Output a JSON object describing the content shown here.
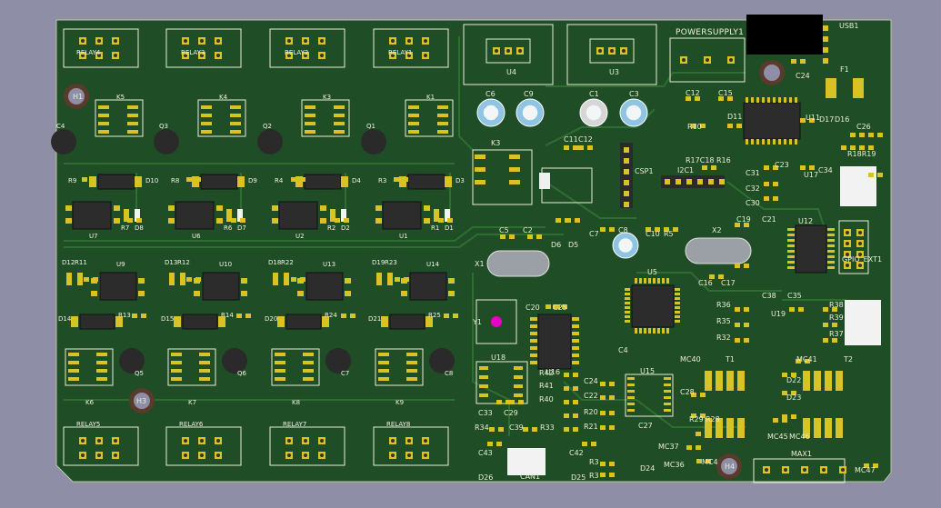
{
  "colors": {
    "background": "#8e8fa6",
    "board": "#1f4d25",
    "copper": "#2b6a2e",
    "silk": "#e9edd2",
    "pad": "#d9c224",
    "ic_body": "#2c2c2c",
    "cap_blue": "#8fc4e2",
    "cap_silver": "#d6d6d6",
    "marker": "#e600c8"
  },
  "board": {
    "power_label": "POWERSUPPLY1",
    "usb_label": "USB1"
  },
  "relays_top": [
    {
      "name": "RELAY4",
      "k": "K5",
      "q": "C4",
      "d": "D10",
      "r": "R9",
      "u": "U7",
      "r2": "R7",
      "d2": "D8"
    },
    {
      "name": "RELAY3",
      "k": "K4",
      "q": "Q3",
      "d": "D9",
      "r": "R8",
      "u": "U6",
      "r2": "R6",
      "d2": "D7"
    },
    {
      "name": "RELAY2",
      "k": "K3",
      "q": "Q2",
      "d": "D4",
      "r": "R4",
      "u": "U2",
      "r2": "R2",
      "d2": "D2"
    },
    {
      "name": "RELAY1",
      "k": "K1",
      "q": "Q1",
      "d": "D3",
      "r": "R3",
      "u": "U1",
      "r2": "R1",
      "d2": "D1"
    }
  ],
  "relays_bottom": [
    {
      "name": "RELAY5",
      "k": "K6",
      "q": "Q5",
      "d": "D14",
      "r": "R13",
      "u": "U9",
      "top_d": "D12",
      "top_r": "R11"
    },
    {
      "name": "RELAY6",
      "k": "K7",
      "q": "Q6",
      "d": "D15",
      "r": "R14",
      "u": "U10",
      "top_d": "D13",
      "top_r": "R12"
    },
    {
      "name": "RELAY7",
      "k": "K8",
      "q": "C7",
      "d": "D20",
      "r": "R24",
      "u": "U13",
      "top_d": "D18",
      "top_r": "R22"
    },
    {
      "name": "RELAY8",
      "k": "K9",
      "q": "C8",
      "d": "D21",
      "r": "R25",
      "u": "U14",
      "top_d": "D19",
      "top_r": "R23"
    }
  ],
  "labels": [
    {
      "id": "lbl-u4",
      "text": "U4"
    },
    {
      "id": "lbl-u3",
      "text": "U3"
    },
    {
      "id": "lbl-c6",
      "text": "C6"
    },
    {
      "id": "lbl-c9",
      "text": "C9"
    },
    {
      "id": "lbl-c1",
      "text": "C1"
    },
    {
      "id": "lbl-c3",
      "text": "C3"
    },
    {
      "id": "lbl-k3",
      "text": "K3"
    },
    {
      "id": "lbl-c11",
      "text": "C11"
    },
    {
      "id": "lbl-c12a",
      "text": "C12"
    },
    {
      "id": "lbl-csp1",
      "text": "CSP1"
    },
    {
      "id": "lbl-i2c1",
      "text": "I2C1"
    },
    {
      "id": "lbl-c12",
      "text": "C12"
    },
    {
      "id": "lbl-c15",
      "text": "C15"
    },
    {
      "id": "lbl-r10",
      "text": "R10"
    },
    {
      "id": "lbl-d11",
      "text": "D11"
    },
    {
      "id": "lbl-r17c18",
      "text": "R17C18"
    },
    {
      "id": "lbl-r16",
      "text": "R16"
    },
    {
      "id": "lbl-u11",
      "text": "U11"
    },
    {
      "id": "lbl-d17",
      "text": "D17"
    },
    {
      "id": "lbl-d16",
      "text": "D16"
    },
    {
      "id": "lbl-c26",
      "text": "C26"
    },
    {
      "id": "lbl-r18r19",
      "text": "R18R19"
    },
    {
      "id": "lbl-f1",
      "text": "F1"
    },
    {
      "id": "lbl-c24a",
      "text": "C24"
    },
    {
      "id": "lbl-c31",
      "text": "C31"
    },
    {
      "id": "lbl-c32",
      "text": "C32"
    },
    {
      "id": "lbl-c30",
      "text": "C30"
    },
    {
      "id": "lbl-c23",
      "text": "C23"
    },
    {
      "id": "lbl-u17",
      "text": "U17"
    },
    {
      "id": "lbl-c34",
      "text": "C34"
    },
    {
      "id": "lbl-c5",
      "text": "C5"
    },
    {
      "id": "lbl-c2",
      "text": "C2"
    },
    {
      "id": "lbl-d6",
      "text": "D6"
    },
    {
      "id": "lbl-d5",
      "text": "D5"
    },
    {
      "id": "lbl-c7",
      "text": "C7"
    },
    {
      "id": "lbl-c8",
      "text": "C8"
    },
    {
      "id": "lbl-c10",
      "text": "C10"
    },
    {
      "id": "lbl-r5",
      "text": "R5"
    },
    {
      "id": "lbl-x1",
      "text": "X1"
    },
    {
      "id": "lbl-x2",
      "text": "X2"
    },
    {
      "id": "lbl-u5",
      "text": "U5"
    },
    {
      "id": "lbl-c19",
      "text": "C19"
    },
    {
      "id": "lbl-c21",
      "text": "C21"
    },
    {
      "id": "lbl-c16",
      "text": "C16"
    },
    {
      "id": "lbl-c17",
      "text": "C17"
    },
    {
      "id": "lbl-u12",
      "text": "U12"
    },
    {
      "id": "lbl-gpio",
      "text": "GPIO_EXT1"
    },
    {
      "id": "lbl-c20",
      "text": "C20"
    },
    {
      "id": "lbl-c25",
      "text": "C25"
    },
    {
      "id": "lbl-y1",
      "text": "Y1"
    },
    {
      "id": "lbl-u16",
      "text": "U16"
    },
    {
      "id": "lbl-u18",
      "text": "U18"
    },
    {
      "id": "lbl-c33",
      "text": "C33"
    },
    {
      "id": "lbl-c29",
      "text": "C29"
    },
    {
      "id": "lbl-r34",
      "text": "R34"
    },
    {
      "id": "lbl-c39",
      "text": "C39"
    },
    {
      "id": "lbl-r33",
      "text": "R33"
    },
    {
      "id": "lbl-r42",
      "text": "R42"
    },
    {
      "id": "lbl-r41",
      "text": "R41"
    },
    {
      "id": "lbl-r40",
      "text": "R40"
    },
    {
      "id": "lbl-c24",
      "text": "C24"
    },
    {
      "id": "lbl-c22",
      "text": "C22"
    },
    {
      "id": "lbl-r20",
      "text": "R20"
    },
    {
      "id": "lbl-r21",
      "text": "R21"
    },
    {
      "id": "lbl-c4",
      "text": "C4"
    },
    {
      "id": "lbl-u15",
      "text": "U15"
    },
    {
      "id": "lbl-c28",
      "text": "C28"
    },
    {
      "id": "lbl-c27",
      "text": "C27"
    },
    {
      "id": "lbl-mc40",
      "text": "MC40"
    },
    {
      "id": "lbl-t1",
      "text": "T1"
    },
    {
      "id": "lbl-t2",
      "text": "T2"
    },
    {
      "id": "lbl-mc41",
      "text": "MC41"
    },
    {
      "id": "lbl-d22",
      "text": "D22"
    },
    {
      "id": "lbl-d23",
      "text": "D23"
    },
    {
      "id": "lbl-r36",
      "text": "R36"
    },
    {
      "id": "lbl-r35",
      "text": "R35"
    },
    {
      "id": "lbl-r32",
      "text": "R32"
    },
    {
      "id": "lbl-c38",
      "text": "C38"
    },
    {
      "id": "lbl-c35",
      "text": "C35"
    },
    {
      "id": "lbl-u19",
      "text": "U19"
    },
    {
      "id": "lbl-r38",
      "text": "R38"
    },
    {
      "id": "lbl-r39",
      "text": "R39"
    },
    {
      "id": "lbl-r37",
      "text": "R37"
    },
    {
      "id": "lbl-mc45",
      "text": "MC45"
    },
    {
      "id": "lbl-mc46",
      "text": "MC46"
    },
    {
      "id": "lbl-max1",
      "text": "MAX1"
    },
    {
      "id": "lbl-mc47",
      "text": "MC47"
    },
    {
      "id": "lbl-mc4",
      "text": "MC4"
    },
    {
      "id": "lbl-r29",
      "text": "R29"
    },
    {
      "id": "lbl-r28",
      "text": "R28"
    },
    {
      "id": "lbl-mc37",
      "text": "MC37"
    },
    {
      "id": "lbl-mc36",
      "text": "MC36"
    },
    {
      "id": "lbl-c43",
      "text": "C43"
    },
    {
      "id": "lbl-c42",
      "text": "C42"
    },
    {
      "id": "lbl-d26",
      "text": "D26"
    },
    {
      "id": "lbl-can1",
      "text": "CAN1"
    },
    {
      "id": "lbl-d25",
      "text": "D25"
    },
    {
      "id": "lbl-r3x",
      "text": "R3"
    },
    {
      "id": "lbl-r3y",
      "text": "R3"
    },
    {
      "id": "lbl-d24",
      "text": "D24"
    },
    {
      "id": "lbl-h1",
      "text": "H1"
    },
    {
      "id": "lbl-h3",
      "text": "H3"
    },
    {
      "id": "lbl-h4",
      "text": "H4"
    }
  ]
}
